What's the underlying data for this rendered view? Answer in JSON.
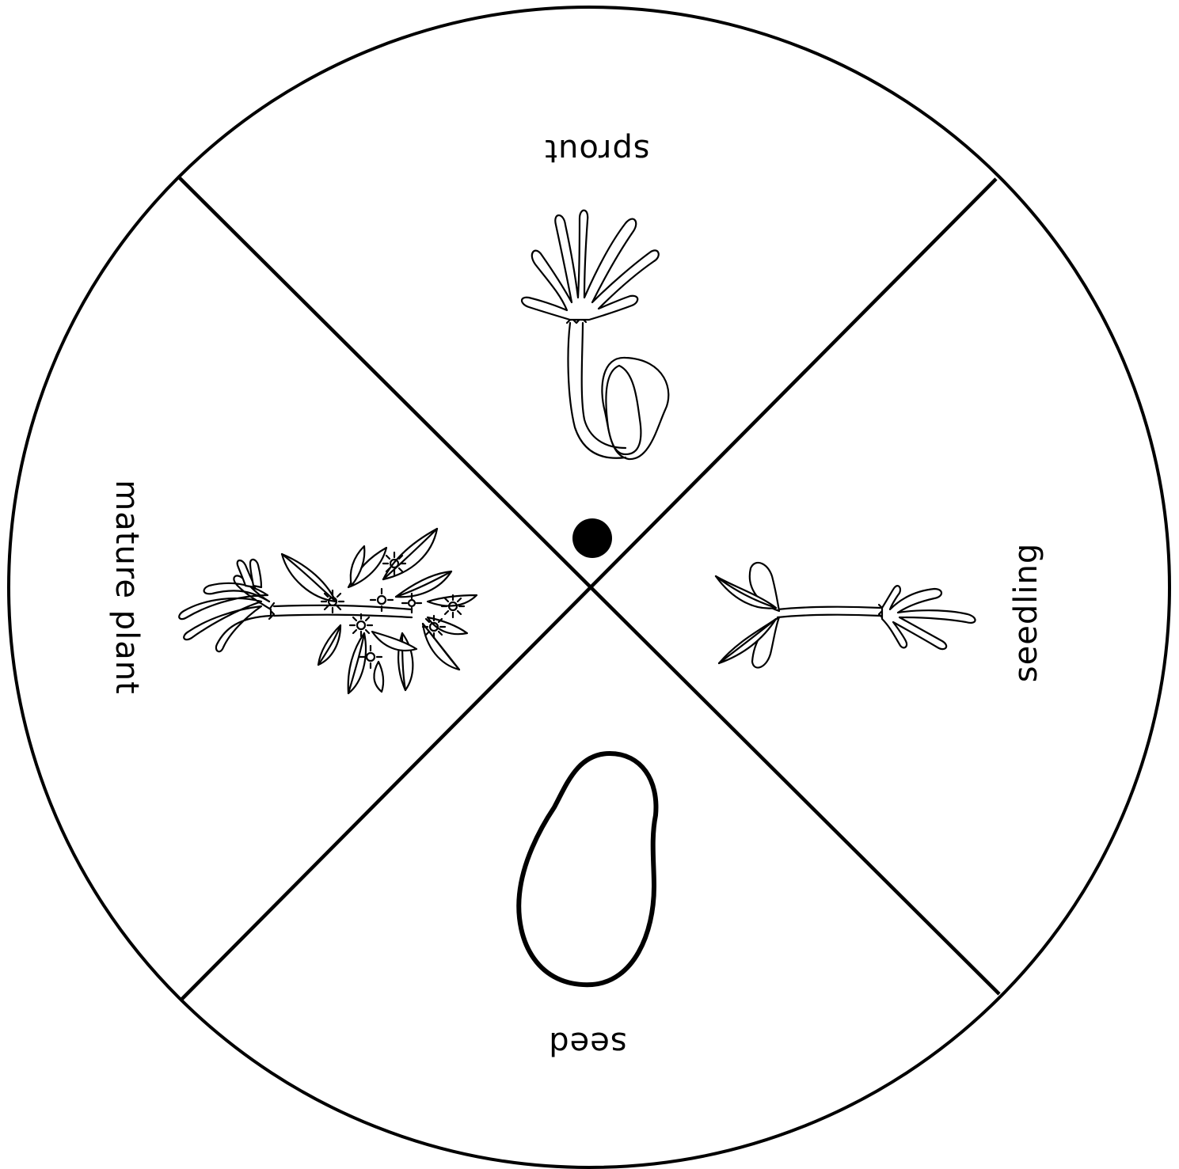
{
  "colors": {
    "ink": "#000000",
    "paper": "#ffffff"
  },
  "stages": [
    {
      "label": "sprout",
      "icon": "sprout-icon"
    },
    {
      "label": "seedling",
      "icon": "seedling-icon"
    },
    {
      "label": "seed",
      "icon": "seed-icon"
    },
    {
      "label": "mature plant",
      "icon": "mature-plant-icon"
    }
  ]
}
